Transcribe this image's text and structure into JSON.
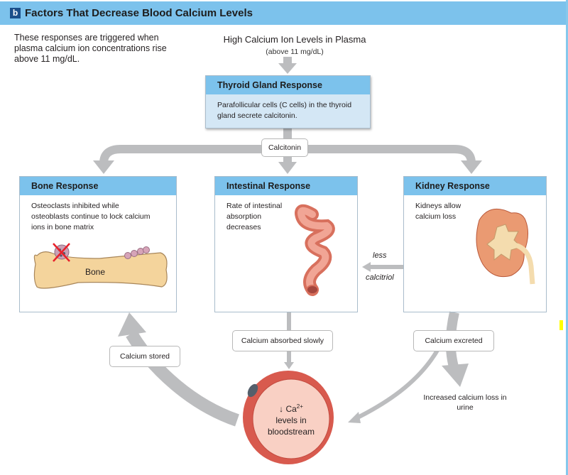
{
  "header": {
    "badge": "b",
    "title": "Factors That Decrease Blood Calcium Levels"
  },
  "intro_text": "These responses are triggered when plasma calcium ion concentrations rise above 11 mg/dL.",
  "trigger": {
    "title": "High Calcium Ion Levels in Plasma",
    "subtitle": "(above 11 mg/dL)"
  },
  "thyroid": {
    "title": "Thyroid Gland Response",
    "text": "Parafollicular cells (C cells) in the thyroid gland secrete calcitonin."
  },
  "hormone_label": "Calcitonin",
  "bone": {
    "title": "Bone Response",
    "text": "Osteoclasts inhibited while osteoblasts continue to lock calcium ions in bone matrix",
    "illustration_label": "Bone"
  },
  "intestine": {
    "title": "Intestinal Response",
    "text": "Rate of intestinal absorption decreases"
  },
  "kidney": {
    "title": "Kidney Response",
    "text": "Kidneys allow calcium loss"
  },
  "calcitriol_arrow": {
    "line1": "less",
    "line2": "calcitriol"
  },
  "outcomes": {
    "stored": "Calcium stored",
    "absorbed": "Calcium absorbed slowly",
    "excreted": "Calcium excreted",
    "urine": "Increased calcium loss in urine"
  },
  "blood_cell": {
    "arrow": "↓",
    "ion": "Ca",
    "charge": "2+",
    "line2": "levels in",
    "line3": "bloodstream"
  },
  "colors": {
    "header_blue": "#7cc2ec",
    "box_fill": "#d4e7f5",
    "arrow_gray": "#bcbdbf",
    "badge_navy": "#1b4f8a"
  }
}
